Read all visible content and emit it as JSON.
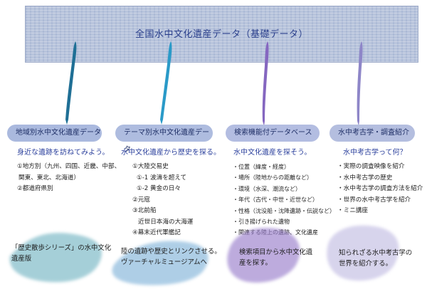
{
  "banner": {
    "title": "全国水中文化遺産データ（基礎データ）"
  },
  "columns": [
    {
      "header": "地域別水中文化遺産データ",
      "subtitle": "身近な遺跡を訪ねてみよう。",
      "items": [
        "①地方別（九州、四国、近畿、中部、",
        "関東、東北、北海道）",
        "②都道府県別"
      ],
      "caption": [
        "「歴史散歩シリーズ」の水中文化",
        "遺産版"
      ],
      "accent": "#1f7f9f"
    },
    {
      "header": "テーマ別水中文化遺産データ",
      "subtitle": "水中文化遺産から歴史を探る。",
      "items": [
        "①大陸交易史",
        "①-1 波濤を超えて",
        "①-2 黄金の日々",
        "②元寇",
        "③北前船",
        "近世日本海の大海運",
        "④幕末近代軍艦記"
      ],
      "caption": [
        "陸の遺跡や歴史とリンクさせる。",
        "ヴァーチャルミュージアムへ"
      ],
      "accent": "#2a8fc4"
    },
    {
      "header": "検索機能付データベース",
      "subtitle": "水中文化遺産を探そう。",
      "items": [
        "・位置（緯度・経度）",
        "・場所（陸地からの距離など）",
        "・環境（水深、潮流など）",
        "・年代（古代・中世・近世など）",
        "・性格（沈没船・沈降遺跡・伝説など）",
        "・引き揚げられた遺物",
        "・関連する陸上の遺跡、文化遺産"
      ],
      "caption": [
        "検索項目から水中文化遺",
        "産を探す。"
      ],
      "accent": "#7a5fb0"
    },
    {
      "header": "水中考古学・調査紹介",
      "subtitle": "水中考古学って何？",
      "items": [
        "・実際の調査映像を紹介",
        "・水中考古学の歴史",
        "・水中考古学の調査方法を紹介",
        "・世界の水中考古学を紹介",
        "・ミニ講座"
      ],
      "caption": [
        "知られざる水中考古学の",
        "世界を紹介する。"
      ],
      "accent": "#8a7fc4"
    }
  ]
}
